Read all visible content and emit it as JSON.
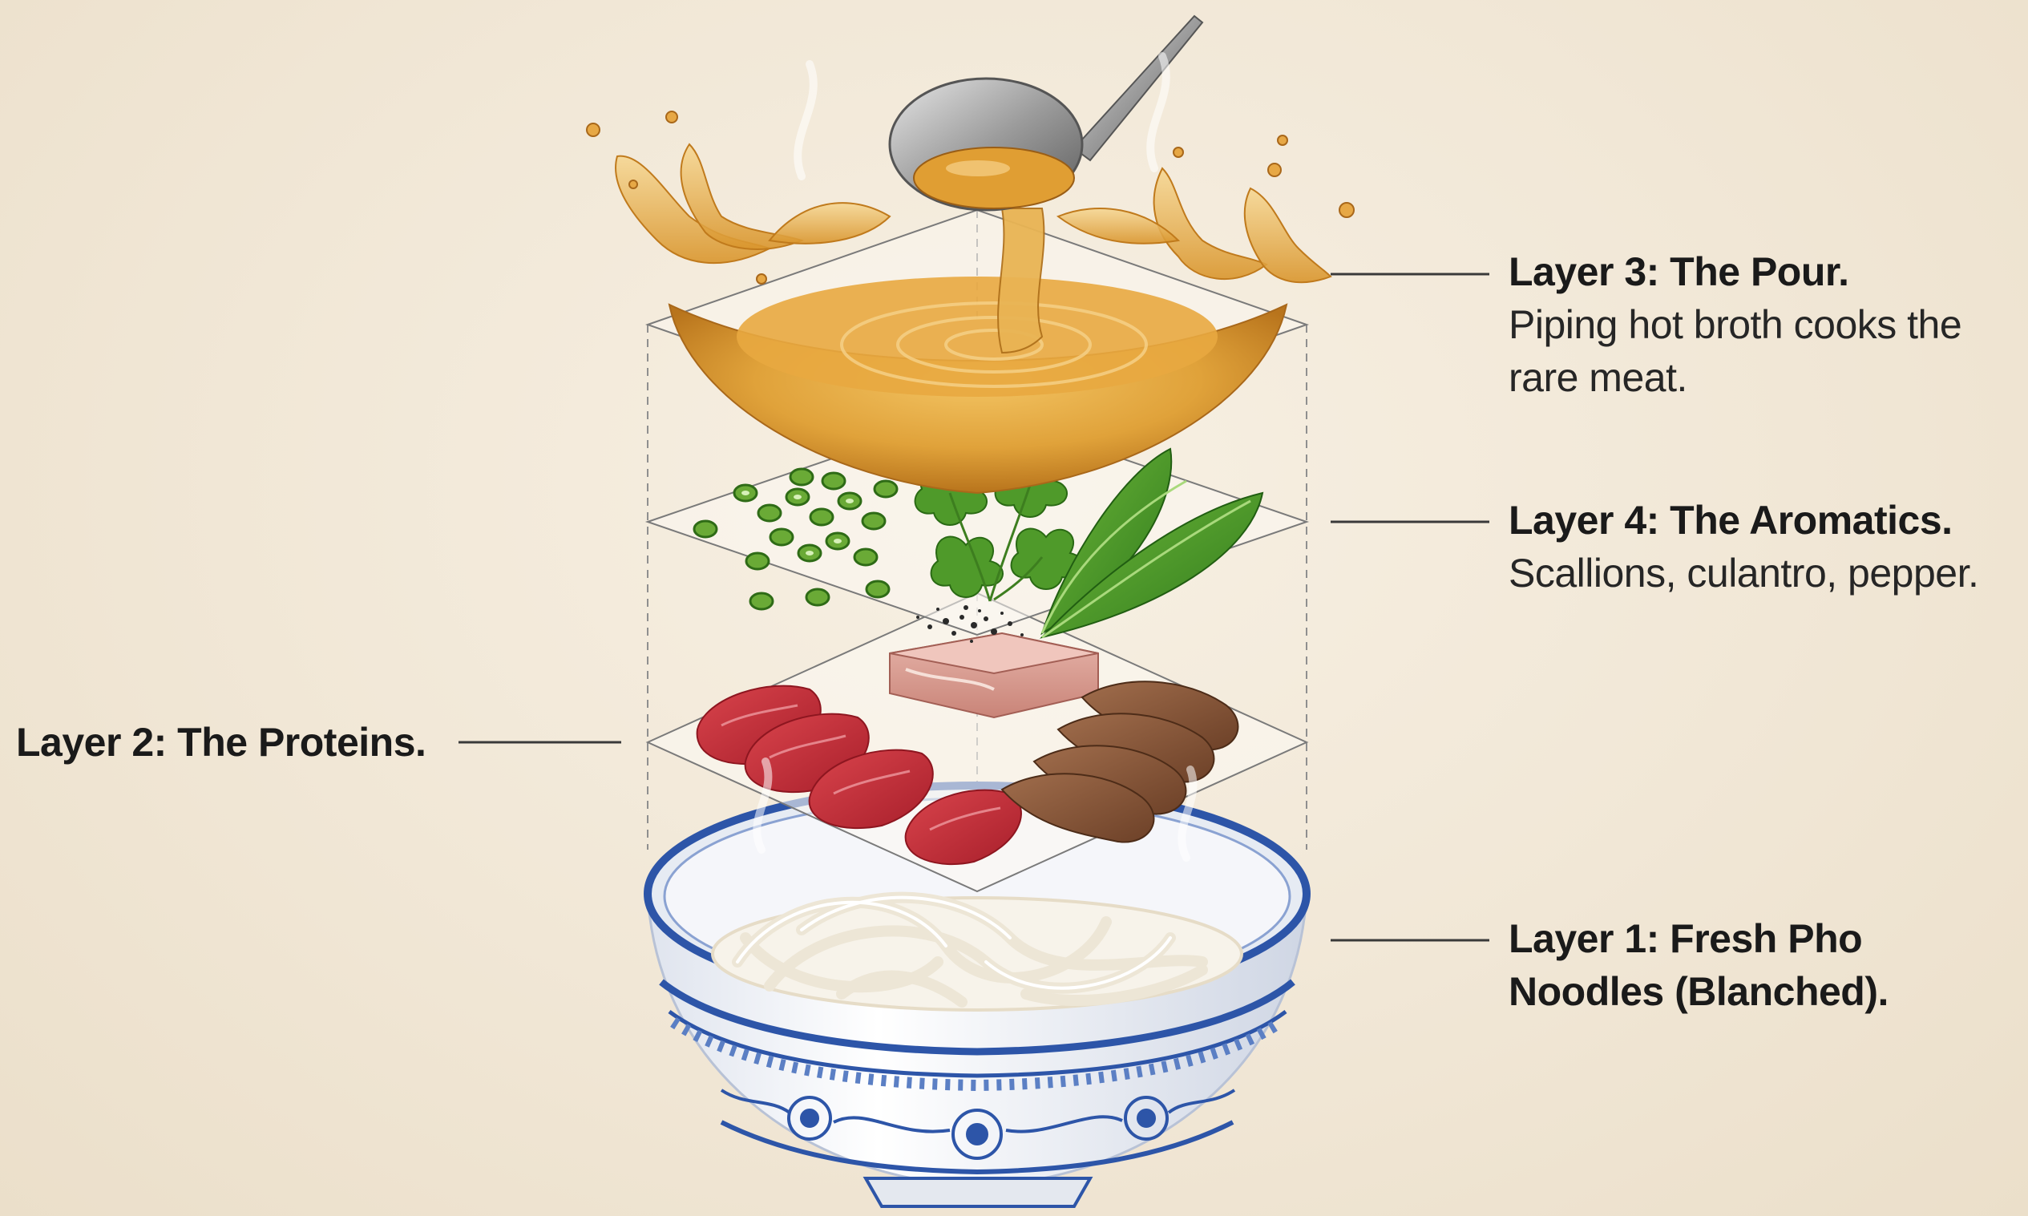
{
  "layers": {
    "pour": {
      "title": "Layer 3: The Pour.",
      "description": "Piping hot broth cooks the rare meat."
    },
    "aromatics": {
      "title": "Layer 4: The Aromatics.",
      "description": "Scallions, culantro, pepper."
    },
    "proteins": {
      "title": "Layer 2: The Proteins."
    },
    "noodles": {
      "title": "Layer 1: Fresh Pho Noodles (Blanched)."
    }
  },
  "colors": {
    "background": "#f3eadb",
    "broth": "#d99a2b",
    "scallion": "#4f9a2a",
    "rare_beef": "#c8313a",
    "cooked_beef": "#8a5a3c",
    "noodles": "#f7f3ea",
    "bowl_blue": "#2d55a8"
  }
}
